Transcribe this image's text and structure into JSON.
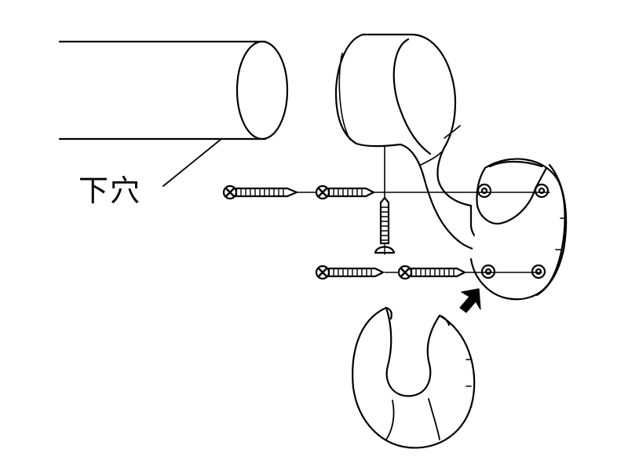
{
  "diagram": {
    "labels": {
      "pilot_hole": "下穴"
    },
    "colors": {
      "stroke": "#000000",
      "fill": "#ffffff"
    },
    "icons": [
      "handrail-pipe",
      "bracket",
      "wood-screw",
      "base-plate",
      "cover-cap",
      "direction-arrow"
    ]
  }
}
